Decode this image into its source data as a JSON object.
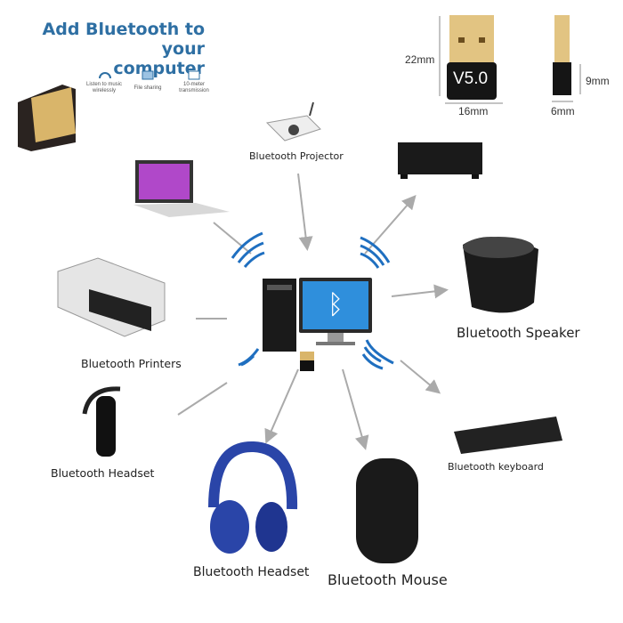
{
  "banner": {
    "title_line1": "Add Bluetooth to your",
    "title_line2": "computer",
    "features": [
      {
        "icon": "headphones-icon",
        "label": "Listen to music wirelessly"
      },
      {
        "icon": "folder-icon",
        "label": "File sharing"
      },
      {
        "icon": "monitor-icon",
        "label": "10-meter transmission"
      }
    ]
  },
  "adapter": {
    "version": "V5.0",
    "height": "22mm",
    "width": "16mm",
    "side_height": "9mm",
    "depth": "6mm"
  },
  "devices": {
    "projector": "Bluetooth Projector",
    "speaker": "Bluetooth Speaker",
    "printers": "Bluetooth Printers",
    "headset_left": "Bluetooth Headset",
    "keyboard": "Bluetooth keyboard",
    "headset_bottom": "Bluetooth Headset",
    "mouse": "Bluetooth Mouse"
  },
  "colors": {
    "title": "#2e6fa3",
    "signal": "#1f6fc0",
    "arrow": "#aaaaaa",
    "headset_blue": "#2a45a8",
    "gold": "#d9b56a"
  }
}
